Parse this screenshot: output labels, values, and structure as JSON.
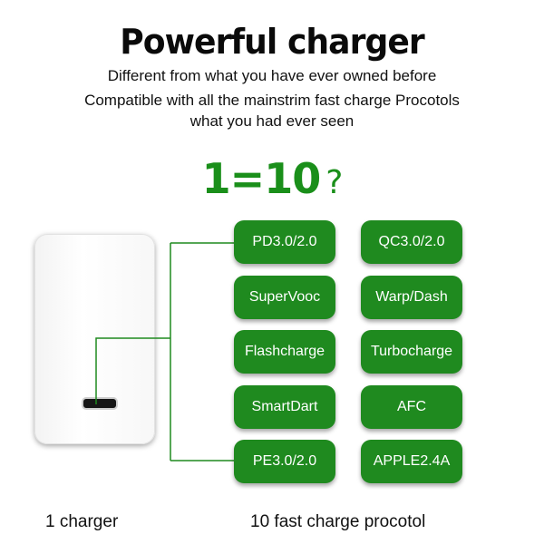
{
  "title": "Powerful charger",
  "subtitle_line1": "Different from what you have ever owned before",
  "subtitle_line2": "Compatible with all the mainstrim fast charge Procotols",
  "subtitle_line3": "what you had ever seen",
  "ratio": {
    "text": "1=10",
    "mark": "?"
  },
  "protocols_left": [
    "PD3.0/2.0",
    "SuperVooc",
    "Flashcharge",
    "SmartDart",
    "PE3.0/2.0"
  ],
  "protocols_right": [
    "QC3.0/2.0",
    "Warp/Dash",
    "Turbocharge",
    "AFC",
    "APPLE2.4A"
  ],
  "caption_left": "1 charger",
  "caption_right": "10 fast charge procotol",
  "colors": {
    "accent_green": "#1f8a1f",
    "ratio_green": "#1a8f1a"
  },
  "icons": {
    "charger": "usb-c-charger-icon"
  }
}
